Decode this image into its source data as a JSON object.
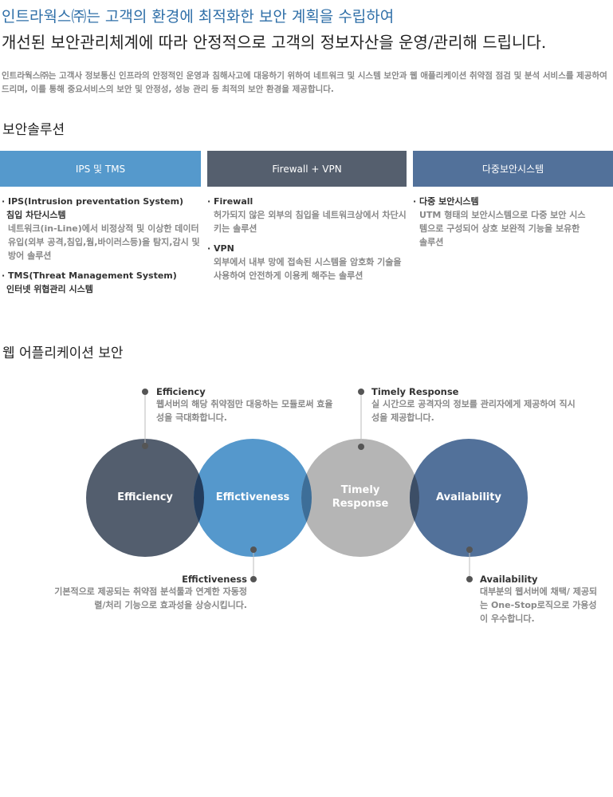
{
  "header": {
    "line1": "인트라웍스㈜는 고객의 환경에 최적화한 보안 계획을 수립하여",
    "line2": "개선된 보안관리체계에 따라 안정적으로 고객의 정보자산을 운영/관리해 드립니다."
  },
  "intro": "인트라웍스㈜는 고객사 정보통신 인프라의 안정적인 운영과 침해사고에 대응하기 위하여 네트워크 및 시스템 보안과 웹 애플리케이션 취약점 점검 및 분석 서비스를 제공하여 드리며, 이를 통해 중요서비스의 보안 및 안정성, 성능 관리 등 최적의 보안 환경을 제공합니다.",
  "solutions": {
    "title": "보안솔루션",
    "tabs": [
      {
        "label": "IPS  및 TMS",
        "color": "#5599cc",
        "items": [
          {
            "title": "· IPS(Intrusion preventation System)",
            "subtitle": "침입 차단시스템",
            "desc": "네트워크(in-Line)에서 비정상적 및 이상한 데이터 유입(외부 공격,침입,웜,바이러스등)을 탐지,감시 및 방어 솔루션"
          },
          {
            "title": "· TMS(Threat  Management System)",
            "subtitle": "인터넷 위협관리 시스템",
            "desc": ""
          }
        ]
      },
      {
        "label": "Firewall + VPN",
        "color": "#555f6e",
        "items": [
          {
            "title": "· Firewall",
            "subtitle": "",
            "desc": "허가되지 않은 외부의 침입을 네트워크상에서 차단시키는 솔루션"
          },
          {
            "title": "· VPN",
            "subtitle": "",
            "desc": "외부에서 내부 망에 접속된 시스템을  암호화 기술을 사용하여 안전하게 이용케 해주는 솔루션"
          }
        ]
      },
      {
        "label": "다중보안시스템",
        "color": "#52719a",
        "items": [
          {
            "title": "· 다중 보안시스템",
            "subtitle": "",
            "desc": "UTM 형태의 보안시스템으로  다중 보안 시스템으로 구성되어 상호 보완적 기능을 보유한 솔루션"
          }
        ]
      }
    ]
  },
  "web": {
    "title": "웹 어플리케이션 보안",
    "circles": [
      {
        "label": "Efficiency",
        "color": "#535e6e"
      },
      {
        "label": "Effictiveness",
        "color": "#5598cc"
      },
      {
        "label": "Timely Response",
        "color": "#b5b5b5"
      },
      {
        "label": "Availability",
        "color": "#52719a"
      }
    ],
    "callouts": [
      {
        "title": "Efficiency",
        "desc": "웹서버의 해당 취약점만 대응하는 모듈로써 효율성을 극대화합니다."
      },
      {
        "title": "Timely Response",
        "desc": "실 시간으로 공격자의 정보를 관리자에게 제공하여 직시성을 제공합니다."
      },
      {
        "title": "Effictiveness",
        "desc": "기본적으로 제공되는 취약점 분석툴과 연계한 자동정렬/처리 기능으로 효과성을 상승시킵니다."
      },
      {
        "title": "Availability",
        "desc": "대부분의 웹서버에 채택/ 제공되는 One-Stop로직으로 가용성이 우수합니다."
      }
    ]
  }
}
